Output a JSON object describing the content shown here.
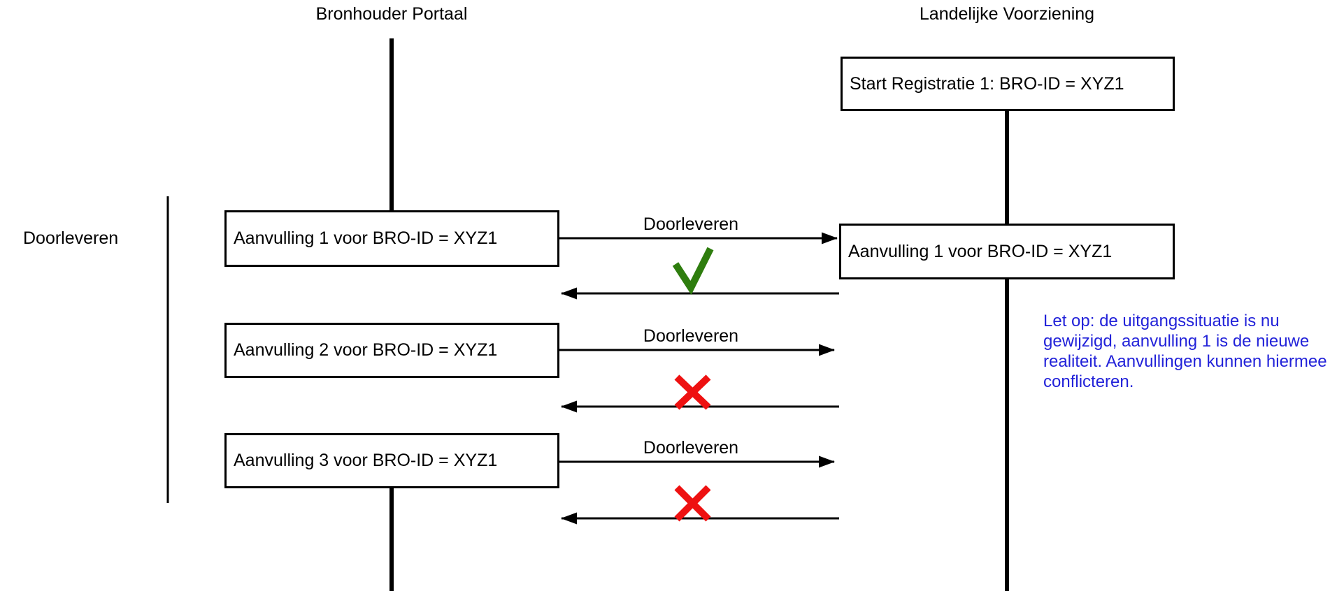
{
  "diagram": {
    "actors": [
      {
        "label": "Bronhouder Portaal"
      },
      {
        "label": "Landelijke Voorziening"
      }
    ],
    "group": {
      "label": "Doorleveren"
    },
    "boxes": {
      "start": "Start Registratie 1: BRO-ID = XYZ1",
      "left_1": "Aanvulling 1 voor BRO-ID = XYZ1",
      "left_2": "Aanvulling 2 voor BRO-ID = XYZ1",
      "left_3": "Aanvulling 3 voor BRO-ID = XYZ1",
      "right_1": "Aanvulling 1 voor BRO-ID = XYZ1"
    },
    "arrows": [
      {
        "label": "Doorleveren",
        "result": "accepted"
      },
      {
        "label": "Doorleveren",
        "result": "rejected"
      },
      {
        "label": "Doorleveren",
        "result": "rejected"
      }
    ],
    "note": "Let op: de uitgangssituatie is nu gewijzigd, aanvulling 1 is de nieuwe realiteit. Aanvullingen kunnen hiermee conflicteren.",
    "colors": {
      "note_text": "#2222d9",
      "check": "#2e7d0e",
      "cross": "#ee1111",
      "line": "#000000"
    }
  }
}
